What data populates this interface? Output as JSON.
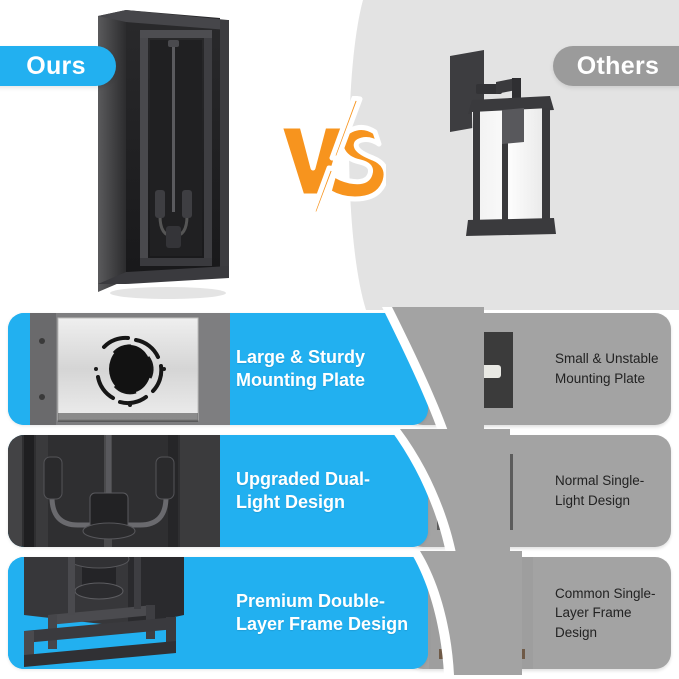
{
  "theme": {
    "brand_blue": "#22b0f0",
    "others_gray": "#9b9b9b",
    "panel_gray": "#a3a3a3",
    "hero_gray": "#e2e2e2",
    "vs_orange": "#F7941E",
    "white": "#ffffff"
  },
  "hero": {
    "ours_badge": "Ours",
    "others_badge": "Others",
    "vs_text": "VS",
    "ours_product_alt": "black double-layer outdoor wall sconce",
    "others_product_alt": "black single-layer outdoor wall lantern"
  },
  "comparison_rows": [
    {
      "ours_label_lines": [
        "Large & Sturdy",
        "Mounting Plate"
      ],
      "others_label_lines": [
        "Small & Unstable",
        "Mounting Plate"
      ],
      "ours_image_alt": "large brushed steel round mounting plate",
      "others_image_alt": "small narrow mounting bar"
    },
    {
      "ours_label_lines": [
        "Upgraded Dual-",
        "Light Design"
      ],
      "others_label_lines": [
        "Normal Single-",
        "Light Design"
      ],
      "ours_image_alt": "two bulb sockets on dual arm holder",
      "others_image_alt": "single bulb socket close-up"
    },
    {
      "ours_label_lines": [
        "Premium Double-",
        "Layer Frame Design"
      ],
      "others_label_lines": [
        "Common Single-",
        "Layer Frame Design"
      ],
      "ours_image_alt": "double layer metal frame bottom view",
      "others_image_alt": "rusted single layer frame"
    }
  ]
}
